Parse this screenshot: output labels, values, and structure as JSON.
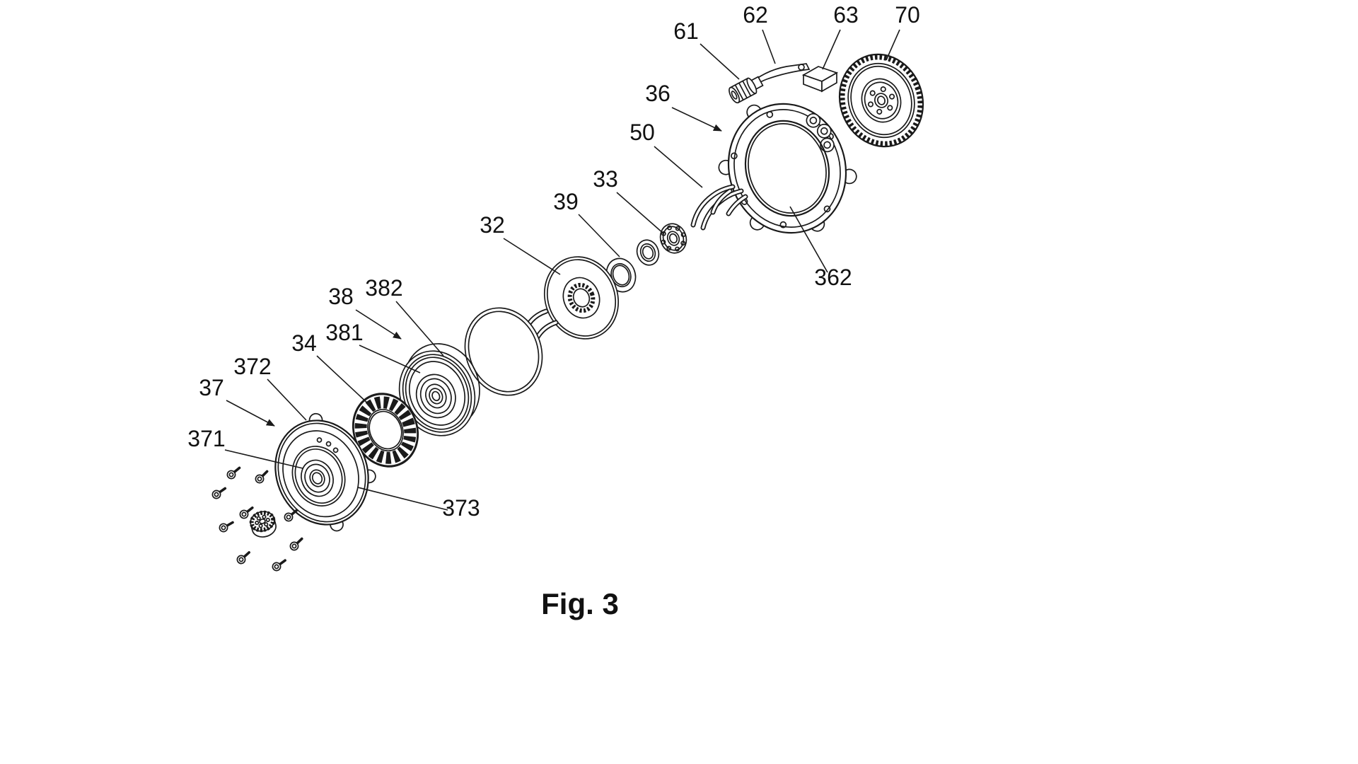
{
  "figure": {
    "caption": "Fig. 3",
    "labels": {
      "l61": "61",
      "l62": "62",
      "l63": "63",
      "l70": "70",
      "l36": "36",
      "l50": "50",
      "l33": "33",
      "l39": "39",
      "l32": "32",
      "l382": "382",
      "l38": "38",
      "l381": "381",
      "l34": "34",
      "l372": "372",
      "l37": "37",
      "l371": "371",
      "l373": "373",
      "l362": "362"
    },
    "colors": {
      "line": "#1a1a1a",
      "background": "#ffffff"
    }
  }
}
